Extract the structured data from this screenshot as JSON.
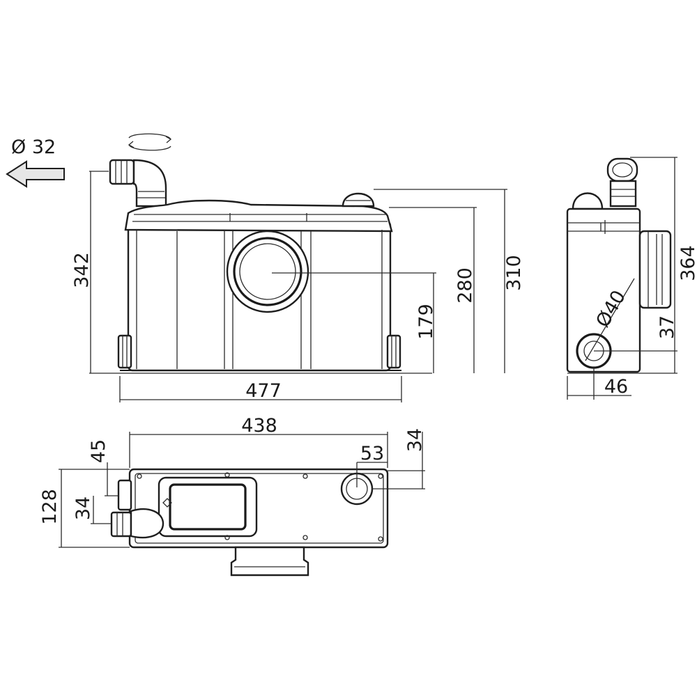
{
  "labels": {
    "outlet_diameter": "Ø 32",
    "height_total_left": "342",
    "height_310": "310",
    "height_280": "280",
    "height_179": "179",
    "width_477": "477",
    "side_height_364": "364",
    "side_diameter_40": "Ø40",
    "side_37": "37",
    "side_46": "46",
    "top_width_438": "438",
    "top_45": "45",
    "top_128": "128",
    "top_34_left": "34",
    "top_53": "53",
    "top_34_right": "34"
  },
  "colors": {
    "line": "#1e1e1e",
    "shade": "#e6e6e6",
    "background": "#ffffff"
  }
}
